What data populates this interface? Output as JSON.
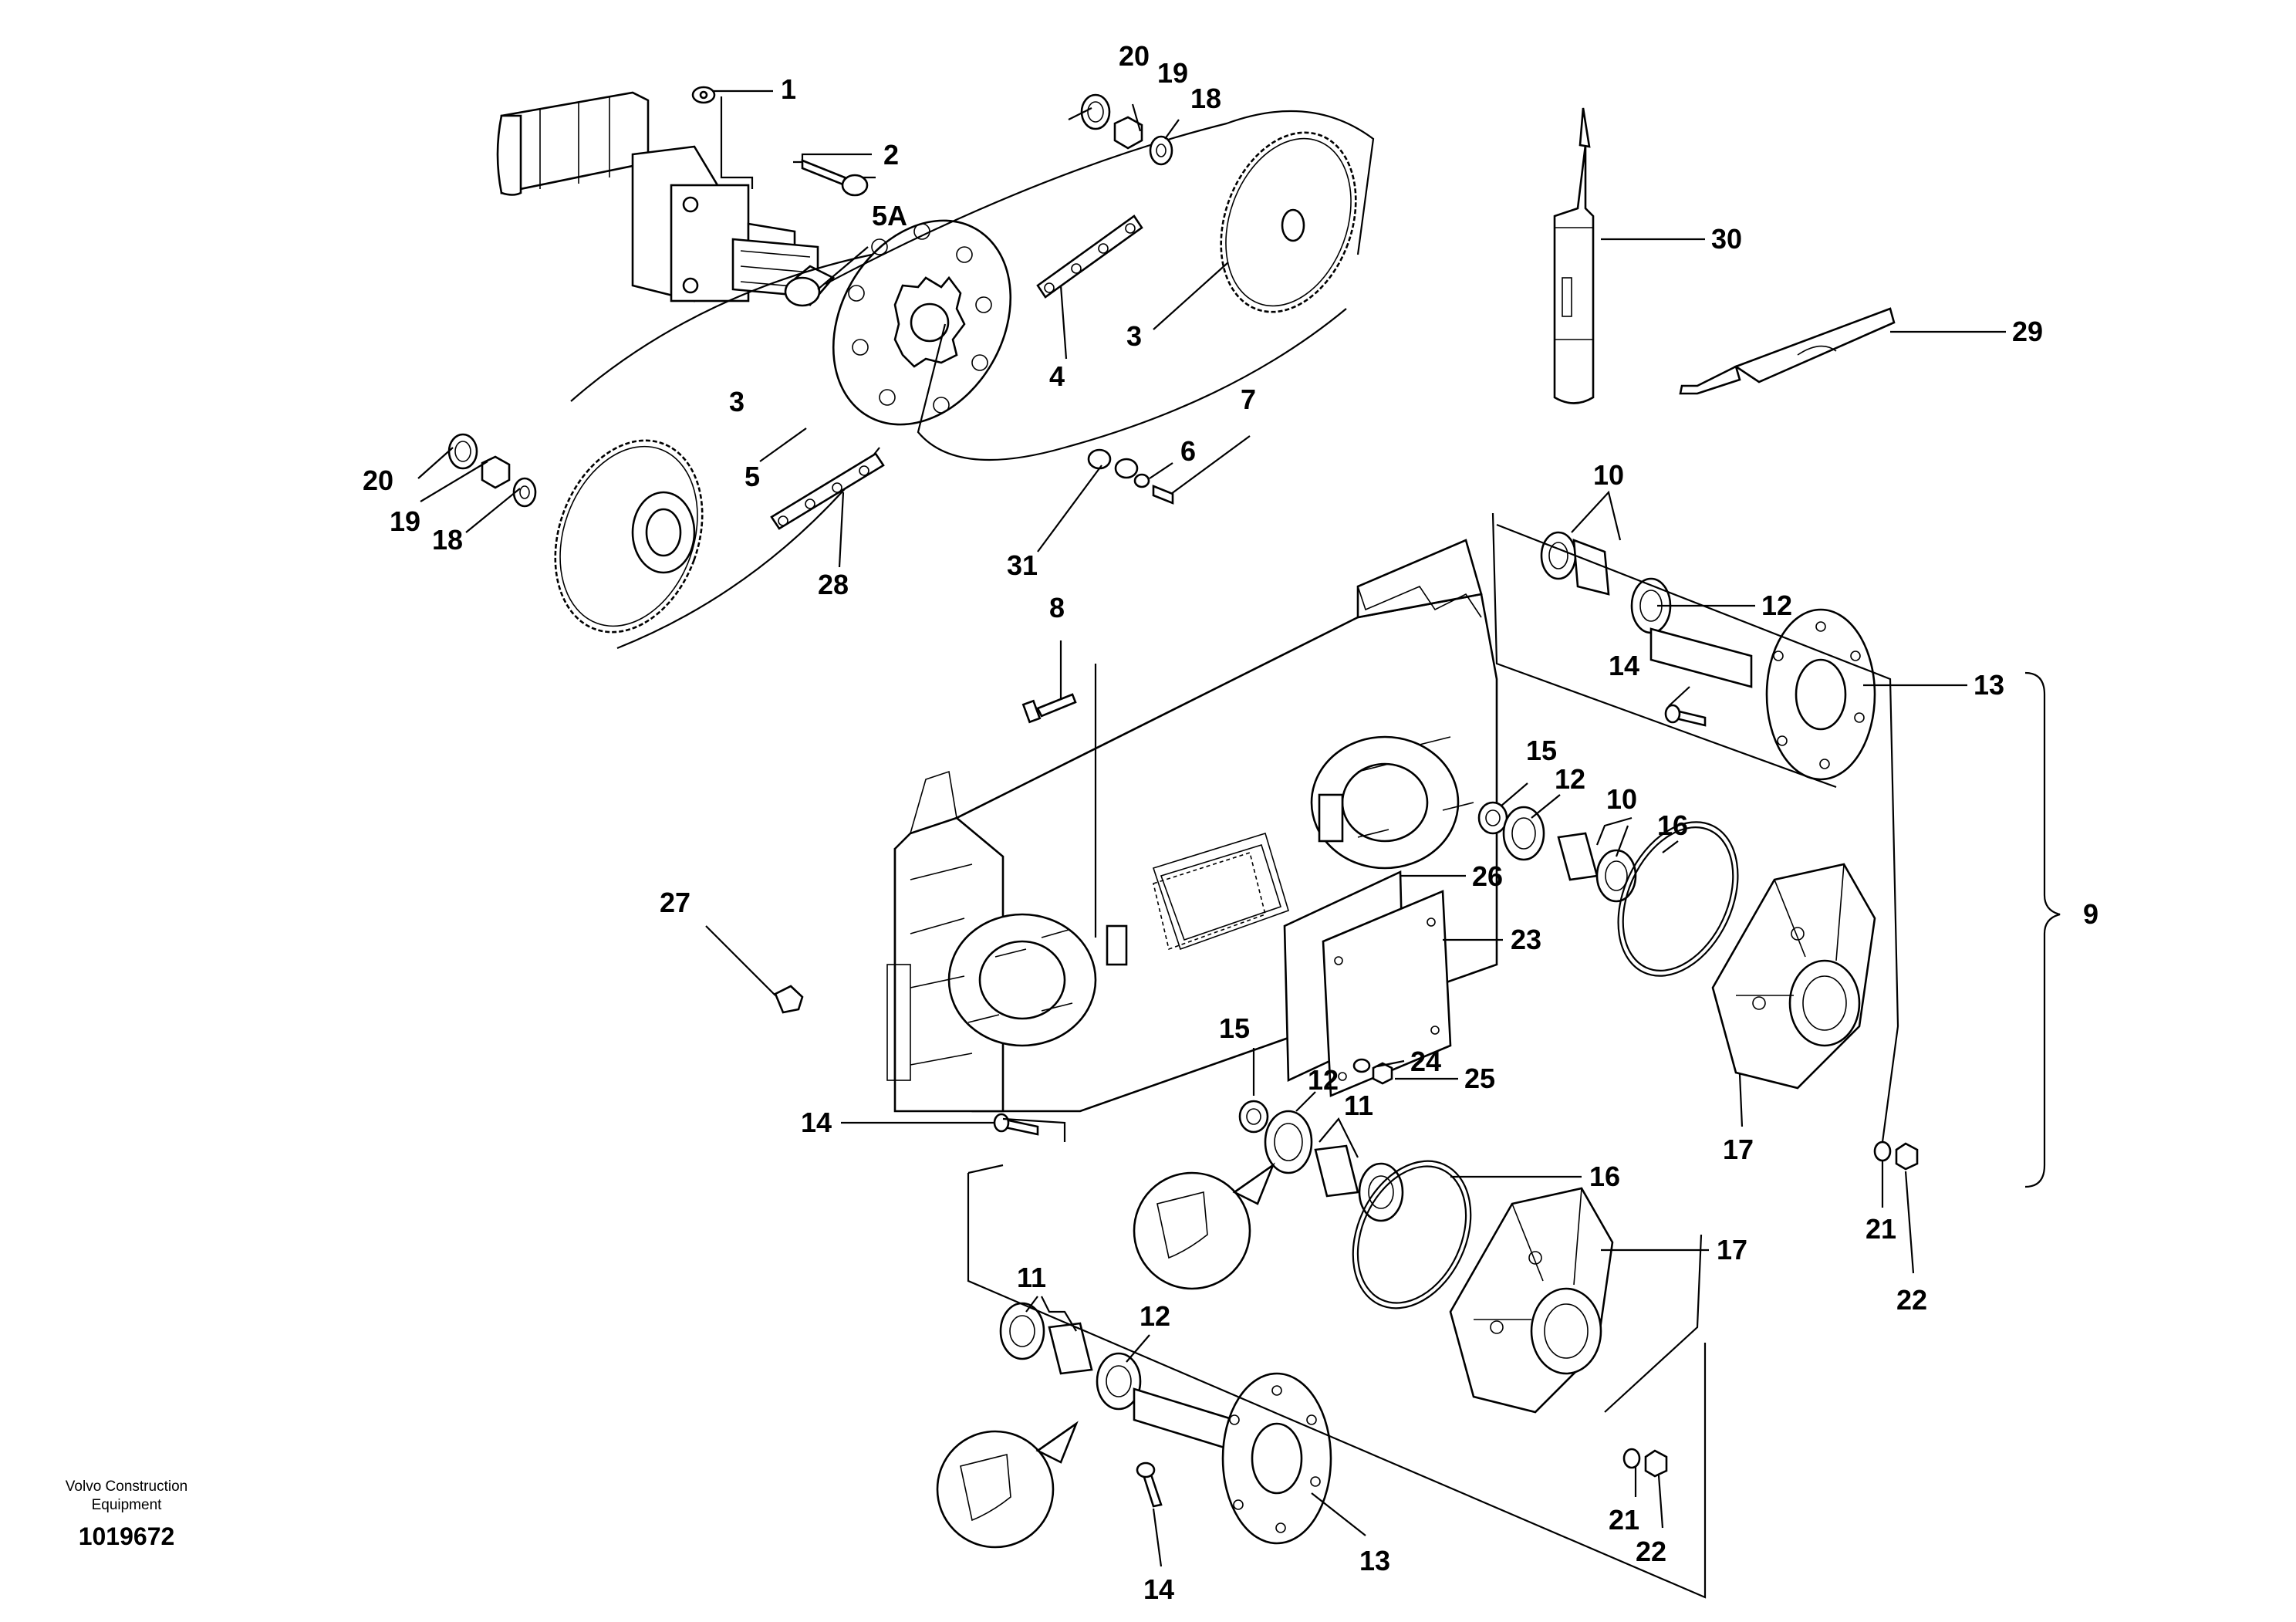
{
  "diagram": {
    "callouts": {
      "c1": "1",
      "c2": "2",
      "c5a": "5A",
      "c20a": "20",
      "c19a": "19",
      "c18a": "18",
      "c3a": "3",
      "c3b": "3",
      "c4": "4",
      "c5": "5",
      "c20b": "20",
      "c19b": "19",
      "c18b": "18",
      "c28": "28",
      "c6": "6",
      "c7": "7",
      "c31": "31",
      "c30": "30",
      "c29": "29",
      "c10a": "10",
      "c12a": "12",
      "c14a": "14",
      "c13a": "13",
      "c8": "8",
      "c15a": "15",
      "c12b": "12",
      "c10b": "10",
      "c16a": "16",
      "c26": "26",
      "c23": "23",
      "c27": "27",
      "c15b": "15",
      "c12c": "12",
      "c24": "24",
      "c25": "25",
      "c11a": "11",
      "c14b": "14",
      "c16b": "16",
      "c17a": "17",
      "c17b": "17",
      "c9": "9",
      "c21a": "21",
      "c22a": "22",
      "c11b": "11",
      "c12d": "12",
      "c21b": "21",
      "c22b": "22",
      "c14c": "14",
      "c13b": "13"
    },
    "brand_line1": "Volvo Construction",
    "brand_line2": "Equipment",
    "doc_number": "1019672"
  }
}
